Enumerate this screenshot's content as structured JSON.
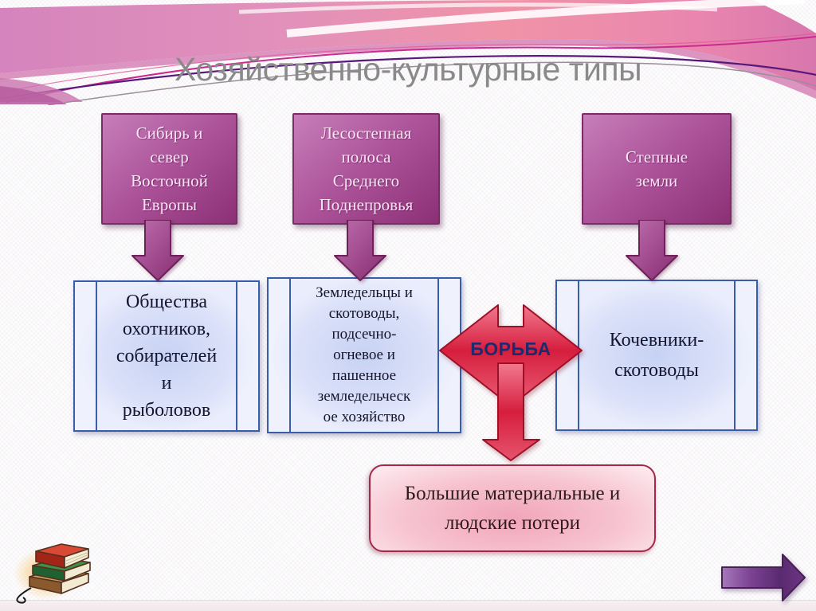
{
  "title": "Хозяйственно-культурные типы",
  "region_boxes": [
    {
      "label": "Сибирь и\nсевер\nВосточной\nЕвропы"
    },
    {
      "label": "Лесостепная\nполоса\nСреднего\nПоднепровья"
    },
    {
      "label": "Степные\nземли"
    }
  ],
  "type_boxes": [
    {
      "label": "Общества\nохотников,\nсобирателей\nи\nрыболовов"
    },
    {
      "label": "Земледельцы и\nскотоводы,\nподсечно-\nогневое и\nпашенное\nземледельческ\nое хозяйство"
    },
    {
      "label": "Кочевники-\nскотоводы"
    }
  ],
  "battle": {
    "label": "БОРЬБА"
  },
  "result": {
    "label": "Большие материальные и\nлюдские потери"
  },
  "decorations": {
    "books_icon": "books-icon",
    "next_arrow_icon": "next-arrow-icon"
  },
  "colors": {
    "title_gray": "#8a8a8a",
    "banner_pink": "#e291bb",
    "region_purple": "#ab5299",
    "region_border": "#7c2b66",
    "type_blue_fill": "#dbe1f9",
    "type_blue_border": "#3a5dab",
    "battle_red": "#d61e3e",
    "battle_text_navy": "#1e2a6e",
    "result_pink": "#f1a5ba",
    "result_border": "#a62848",
    "next_arrow_purple": "#5a2a70"
  }
}
